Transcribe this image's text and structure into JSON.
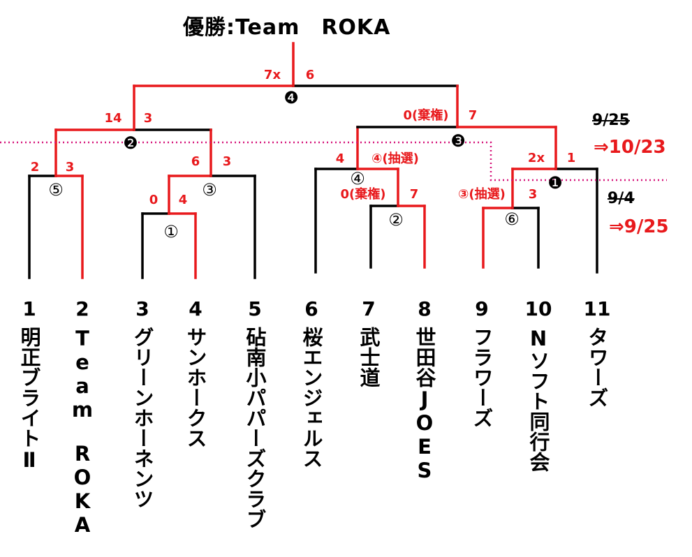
{
  "title": "優勝:Team　ROKA",
  "colors": {
    "winner": "#e8191c",
    "line": "#000000",
    "dotted": "#d6157a"
  },
  "teams": [
    {
      "num": "1",
      "name": "明正ブライトⅡ"
    },
    {
      "num": "2",
      "name": "Team　ROKA"
    },
    {
      "num": "3",
      "name": "グリーンホーネンツ"
    },
    {
      "num": "4",
      "name": "サンホークス"
    },
    {
      "num": "5",
      "name": "砧南小パパーズクラブ"
    },
    {
      "num": "6",
      "name": "桜エンジェルス"
    },
    {
      "num": "7",
      "name": "武士道"
    },
    {
      "num": "8",
      "name": "世田谷JOES"
    },
    {
      "num": "9",
      "name": "フラワーズ"
    },
    {
      "num": "10",
      "name": "Nソフト同行会"
    },
    {
      "num": "11",
      "name": "タワーズ"
    }
  ],
  "matches": [
    {
      "mark": "①",
      "left_score": "0",
      "right_score": "4"
    },
    {
      "mark": "②",
      "left_score": "0(棄権)",
      "right_score": "7"
    },
    {
      "mark": "③",
      "left_score": "6",
      "right_score": "3"
    },
    {
      "mark": "④",
      "left_score": "4",
      "right_score": "④(抽選)"
    },
    {
      "mark": "⑤",
      "left_score": "2",
      "right_score": "3"
    },
    {
      "mark": "⑥",
      "left_score": "③(抽選)",
      "right_score": "3"
    },
    {
      "mark": "❶",
      "left_score": "2x",
      "right_score": "1"
    },
    {
      "mark": "❷",
      "left_score": "14",
      "right_score": "3"
    },
    {
      "mark": "❸",
      "left_score": "0(棄権)",
      "right_score": "7"
    },
    {
      "mark": "❹",
      "left_score": "7x",
      "right_score": "6"
    }
  ],
  "dates": [
    {
      "old": "9/25",
      "new": "⇒10/23"
    },
    {
      "old": "9/4",
      "new": "⇒9/25"
    }
  ]
}
